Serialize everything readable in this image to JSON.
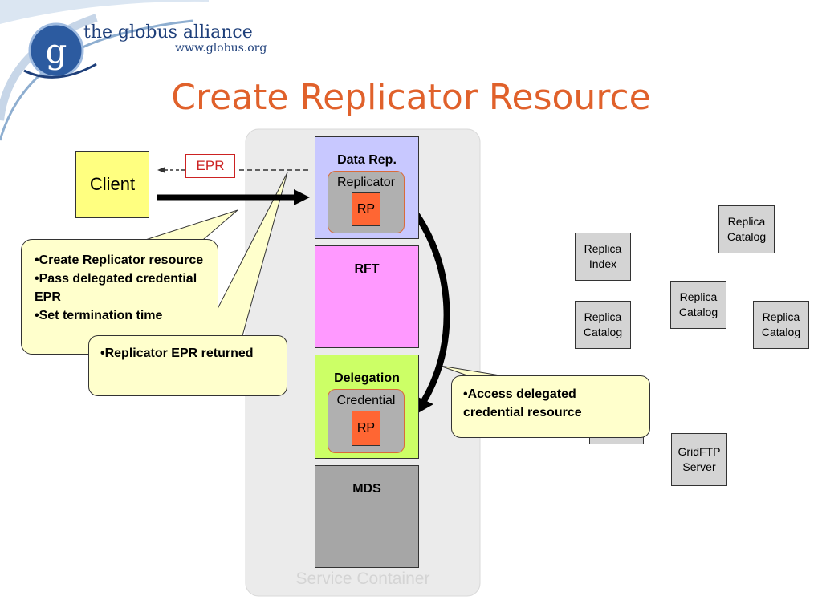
{
  "brand": {
    "name": "the globus alliance",
    "url": "www.globus.org",
    "logo_letter": "g"
  },
  "title": "Create Replicator Resource",
  "service_container": {
    "label": "Service Container"
  },
  "client": {
    "label": "Client"
  },
  "epr": {
    "label": "EPR"
  },
  "services": {
    "data_rep": {
      "label": "Data Rep.",
      "inner_label": "Replicator",
      "rp_label": "RP"
    },
    "rft": {
      "label": "RFT"
    },
    "delegation": {
      "label": "Delegation",
      "inner_label": "Credential",
      "rp_label": "RP"
    },
    "mds": {
      "label": "MDS"
    }
  },
  "nodes": {
    "replica_index": [
      "Replica",
      "Index"
    ],
    "replica_catalog_1": [
      "Replica",
      "Catalog"
    ],
    "replica_catalog_2": [
      "Replica",
      "Catalog"
    ],
    "replica_catalog_3": [
      "Replica",
      "Catalog"
    ],
    "replica_catalog_4": [
      "Replica",
      "Catalog"
    ],
    "gridftp_server": [
      "GridFTP",
      "Server"
    ]
  },
  "callouts": {
    "client_request": [
      "•Create Replicator resource",
      "•Pass delegated credential EPR",
      "•Set termination time"
    ],
    "epr_returned": [
      "•Replicator EPR returned"
    ],
    "access_credential": [
      "•Access delegated credential resource"
    ]
  },
  "colors": {
    "title": "#e0612b",
    "brand": "#1e3f7a",
    "client_fill": "#ffff80",
    "data_rep_fill": "#c8c8ff",
    "rft_fill": "#ff99ff",
    "delegation_fill": "#ccff66",
    "mds_fill": "#a6a6a6",
    "rp_fill": "#ff6633",
    "callout_fill": "#ffffcc",
    "epr_border": "#cc2222"
  }
}
